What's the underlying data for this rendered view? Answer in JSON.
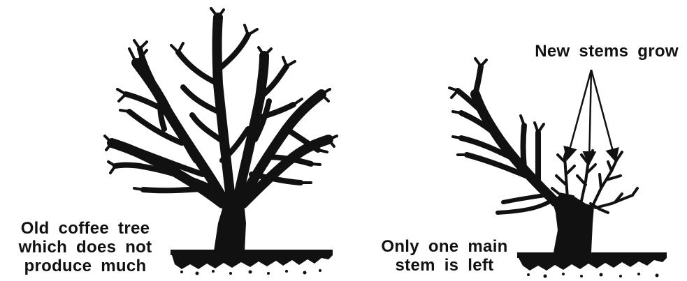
{
  "colors": {
    "ink": "#111111",
    "background": "#ffffff"
  },
  "figure_left": {
    "caption": [
      "Old coffee tree",
      "which does not",
      "produce much"
    ]
  },
  "figure_right": {
    "caption": [
      "Only one main",
      "stem is left"
    ],
    "callout": "New stems grow"
  }
}
